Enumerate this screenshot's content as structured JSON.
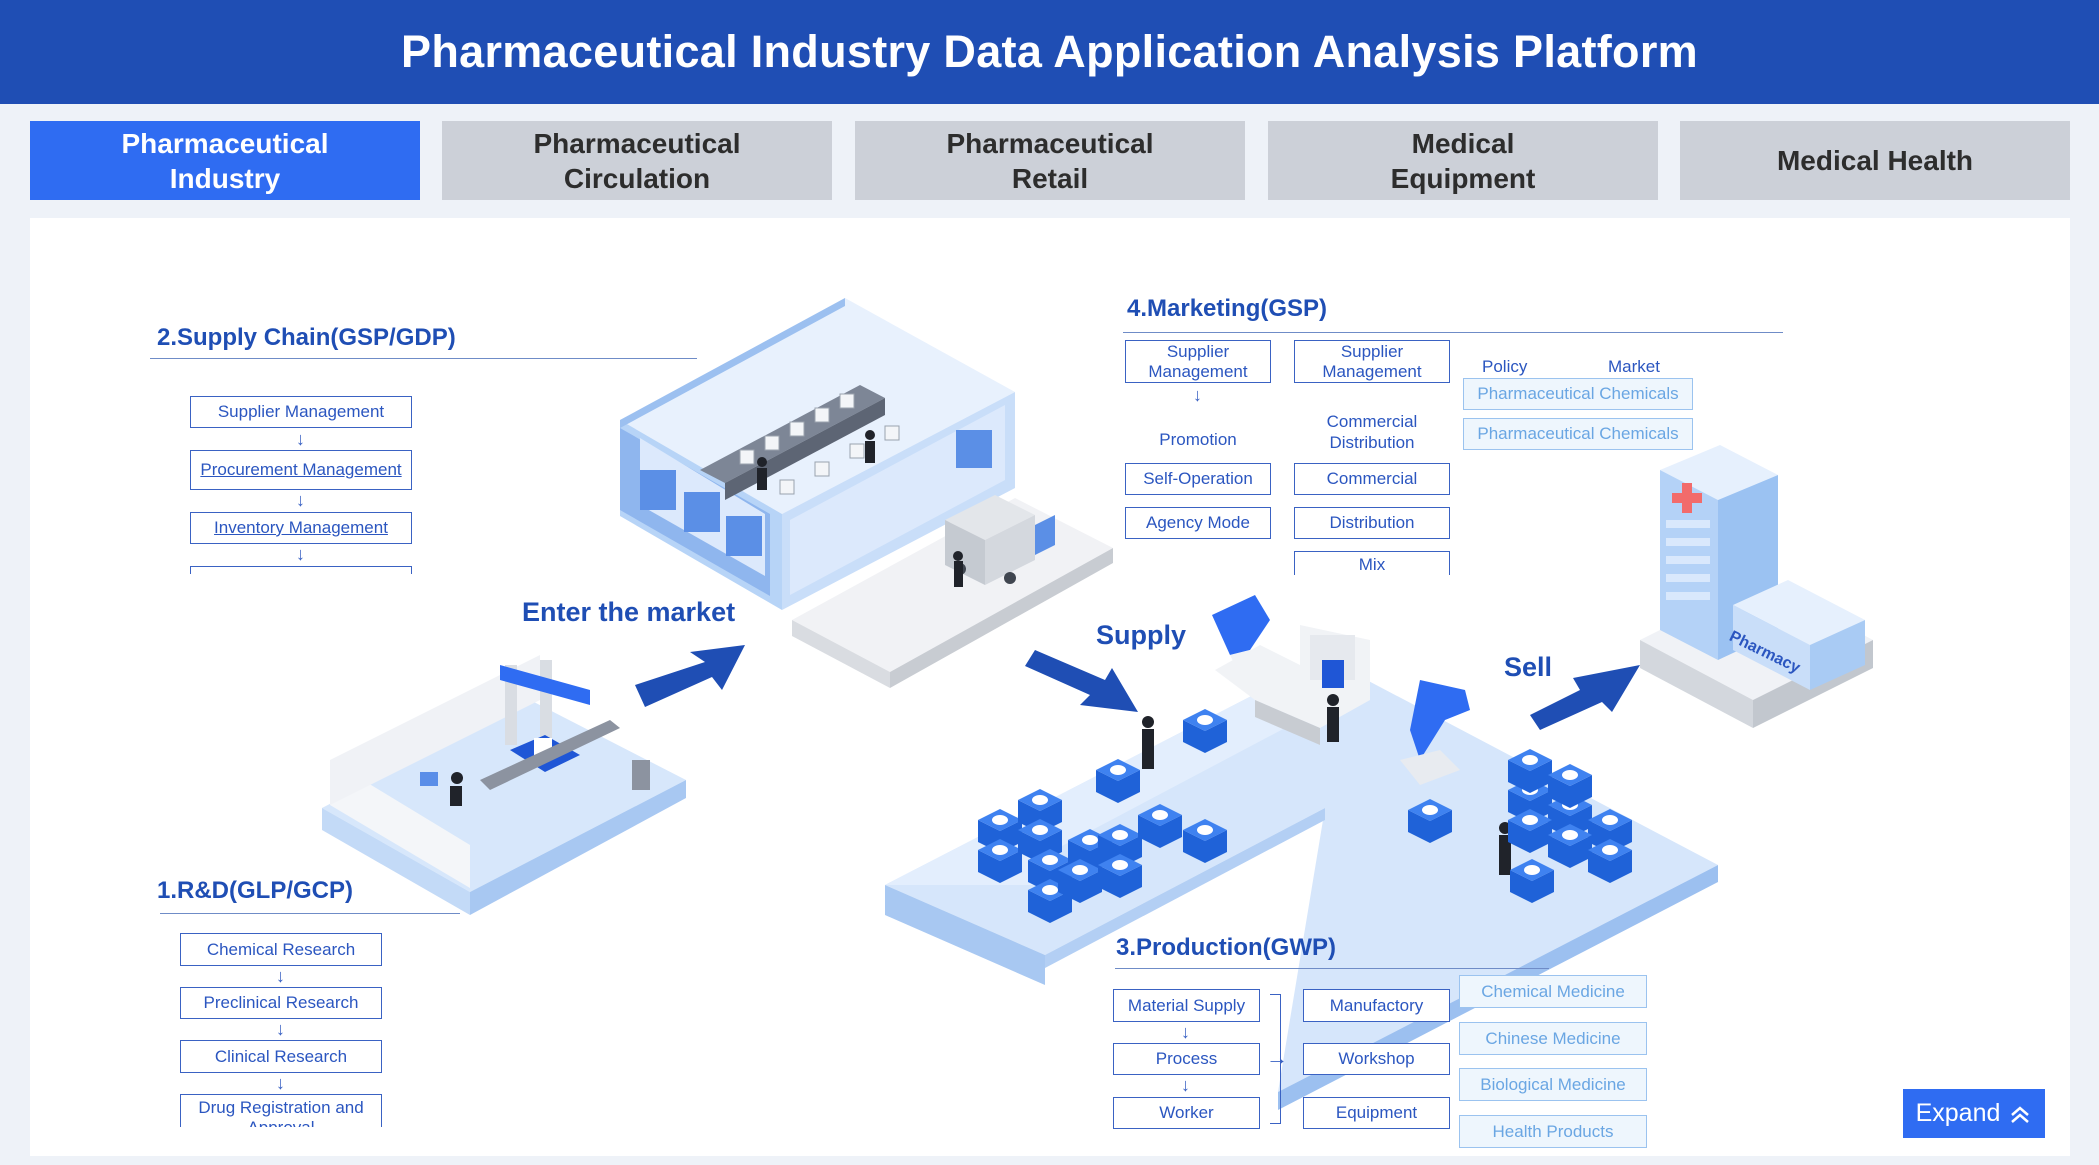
{
  "header": {
    "title": "Pharmaceutical Industry Data Application Analysis Platform"
  },
  "tabs": [
    {
      "label": "Pharmaceutical Industry",
      "active": true
    },
    {
      "label": "Pharmaceutical Circulation",
      "active": false
    },
    {
      "label": "Pharmaceutical Retail",
      "active": false
    },
    {
      "label": "Medical Equipment",
      "active": false
    },
    {
      "label": "Medical Health",
      "active": false
    }
  ],
  "supply_chain": {
    "title": "2.Supply Chain(GSP/GDP)",
    "steps": [
      "Supplier Management",
      "Procurement Management",
      "Inventory Management"
    ]
  },
  "rnd": {
    "title": "1.R&D(GLP/GCP)",
    "steps": [
      "Chemical Research",
      "Preclinical Research",
      "Clinical Research",
      "Drug Registration and Approval"
    ]
  },
  "marketing": {
    "title": "4.Marketing(GSP)",
    "col1": {
      "head": "Supplier Management",
      "sub": "Promotion",
      "items": [
        "Self-Operation",
        "Agency Mode"
      ]
    },
    "col2": {
      "head": "Supplier Management",
      "sub": "Commercial Distribution",
      "items": [
        "Commercial",
        "Distribution",
        "Mix"
      ]
    },
    "col3": {
      "labels": [
        "Policy",
        "Market"
      ],
      "items": [
        "Pharmaceutical Chemicals",
        "Pharmaceutical Chemicals"
      ]
    }
  },
  "production": {
    "title": "3.Production(GWP)",
    "col1": [
      "Material Supply",
      "Process",
      "Worker"
    ],
    "col2": [
      "Manufactory",
      "Workshop",
      "Equipment"
    ],
    "col3": [
      "Chemical Medicine",
      "Chinese Medicine",
      "Biological Medicine",
      "Health Products"
    ]
  },
  "flows": {
    "enter": "Enter the market",
    "supply": "Supply",
    "sell": "Sell"
  },
  "pharmacy_sign": "Pharmacy",
  "expand": {
    "label": "Expand",
    "icon": "double-chevron-up-icon"
  },
  "colors": {
    "header": "#1f4eb4",
    "tab_active": "#2f6cf2",
    "tab_inactive": "#ccd0d8",
    "accent": "#2f6cf2"
  }
}
